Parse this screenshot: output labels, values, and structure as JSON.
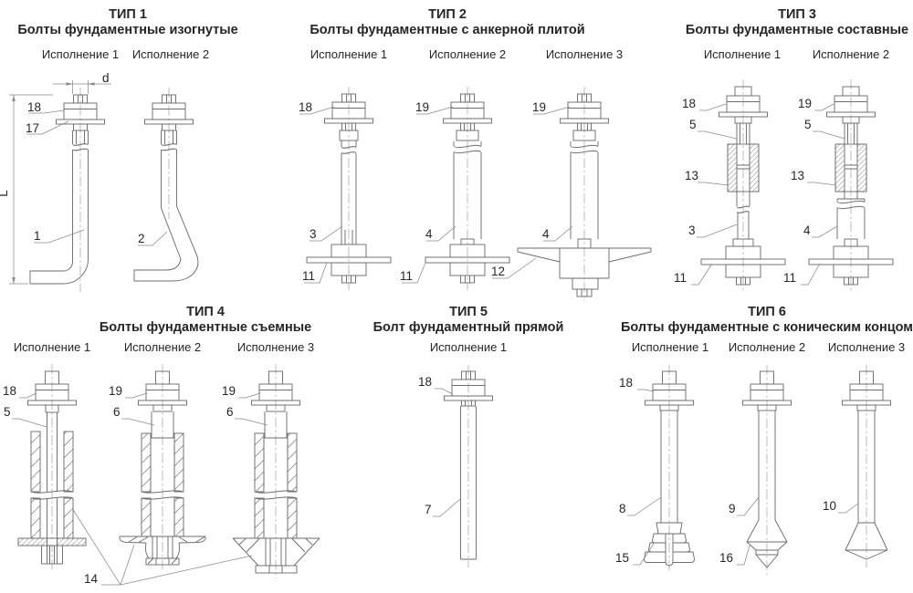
{
  "sections": [
    {
      "title": "ТИП 1",
      "subtitle": "Болты фундаментные изогнутые",
      "variants": [
        "Исполнение 1",
        "Исполнение 2"
      ]
    },
    {
      "title": "ТИП 2",
      "subtitle": "Болты фундаментные с анкерной плитой",
      "variants": [
        "Исполнение 1",
        "Исполнение 2",
        "Исполнение 3"
      ]
    },
    {
      "title": "ТИП 3",
      "subtitle": "Болты фундаментные составные",
      "variants": [
        "Исполнение 1",
        "Исполнение 2"
      ]
    },
    {
      "title": "ТИП 4",
      "subtitle": "Болты фундаментные съемные",
      "variants": [
        "Исполнение 1",
        "Исполнение 2",
        "Исполнение 3"
      ]
    },
    {
      "title": "ТИП 5",
      "subtitle": "Болт фундаментный прямой",
      "variants": [
        "Исполнение 1"
      ]
    },
    {
      "title": "ТИП 6",
      "subtitle": "Болты фундаментные с коническим концом",
      "variants": [
        "Исполнение 1",
        "Исполнение 2",
        "Исполнение 3"
      ]
    }
  ],
  "dims": {
    "d": "d",
    "L": "L"
  },
  "callouts": {
    "type1": [
      "18",
      "17",
      "1",
      "2"
    ],
    "type2": [
      "18",
      "3",
      "11",
      "19",
      "4",
      "11",
      "19",
      "4",
      "12"
    ],
    "type3": [
      "18",
      "5",
      "13",
      "3",
      "11",
      "19",
      "5",
      "13",
      "4",
      "11"
    ],
    "type4": [
      "18",
      "5",
      "19",
      "6",
      "19",
      "6",
      "14"
    ],
    "type5": [
      "18",
      "7"
    ],
    "type6": [
      "18",
      "8",
      "15",
      "9",
      "16",
      "10"
    ]
  },
  "colors": {
    "line": "#6e6e6e",
    "dim": "#8a8a8a",
    "text": "#262626",
    "background": "#ffffff"
  }
}
